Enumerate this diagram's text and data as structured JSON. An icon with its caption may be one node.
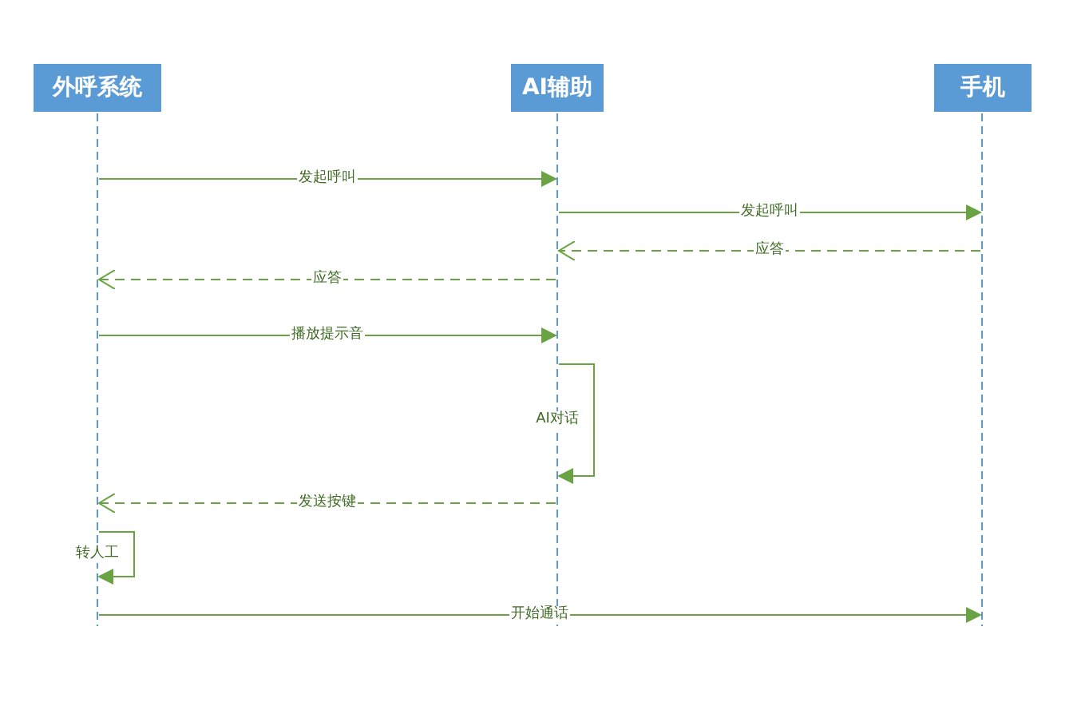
{
  "diagram": {
    "nodes": [
      {
        "text": [
          "外呼系统"
        ]
      },
      {
        "text": [
          "AI辅助"
        ]
      },
      {
        "text": [
          "手机"
        ]
      },
      {
        "text": [],
        "shape": "line"
      },
      {
        "text": [],
        "shape": "line"
      },
      {
        "text": [],
        "shape": "line"
      }
    ],
    "edges": [
      {
        "from": 3,
        "to": 4,
        "label": "发起呼叫",
        "arrow": "to"
      },
      {
        "from": 4,
        "to": 5,
        "label": "发起呼叫",
        "arrow": "to"
      },
      {
        "from": 5,
        "to": 4,
        "label": "应答",
        "arrow": "to",
        "style": "dashed"
      },
      {
        "from": 4,
        "to": 3,
        "label": "应答",
        "arrow": "to",
        "style": "dashed"
      },
      {
        "from": 3,
        "to": 4,
        "label": "播放提示音",
        "arrow": "to"
      },
      {
        "from": 4,
        "to": 4,
        "label": "AI对话",
        "arrow": "to"
      },
      {
        "from": 4,
        "to": 3,
        "label": "发送按键",
        "arrow": "to",
        "style": "dashed"
      },
      {
        "from": 3,
        "to": 3,
        "label": "转人工",
        "arrow": "to"
      },
      {
        "from": 3,
        "to": 5,
        "label": "开始通话",
        "arrow": "to"
      }
    ]
  }
}
